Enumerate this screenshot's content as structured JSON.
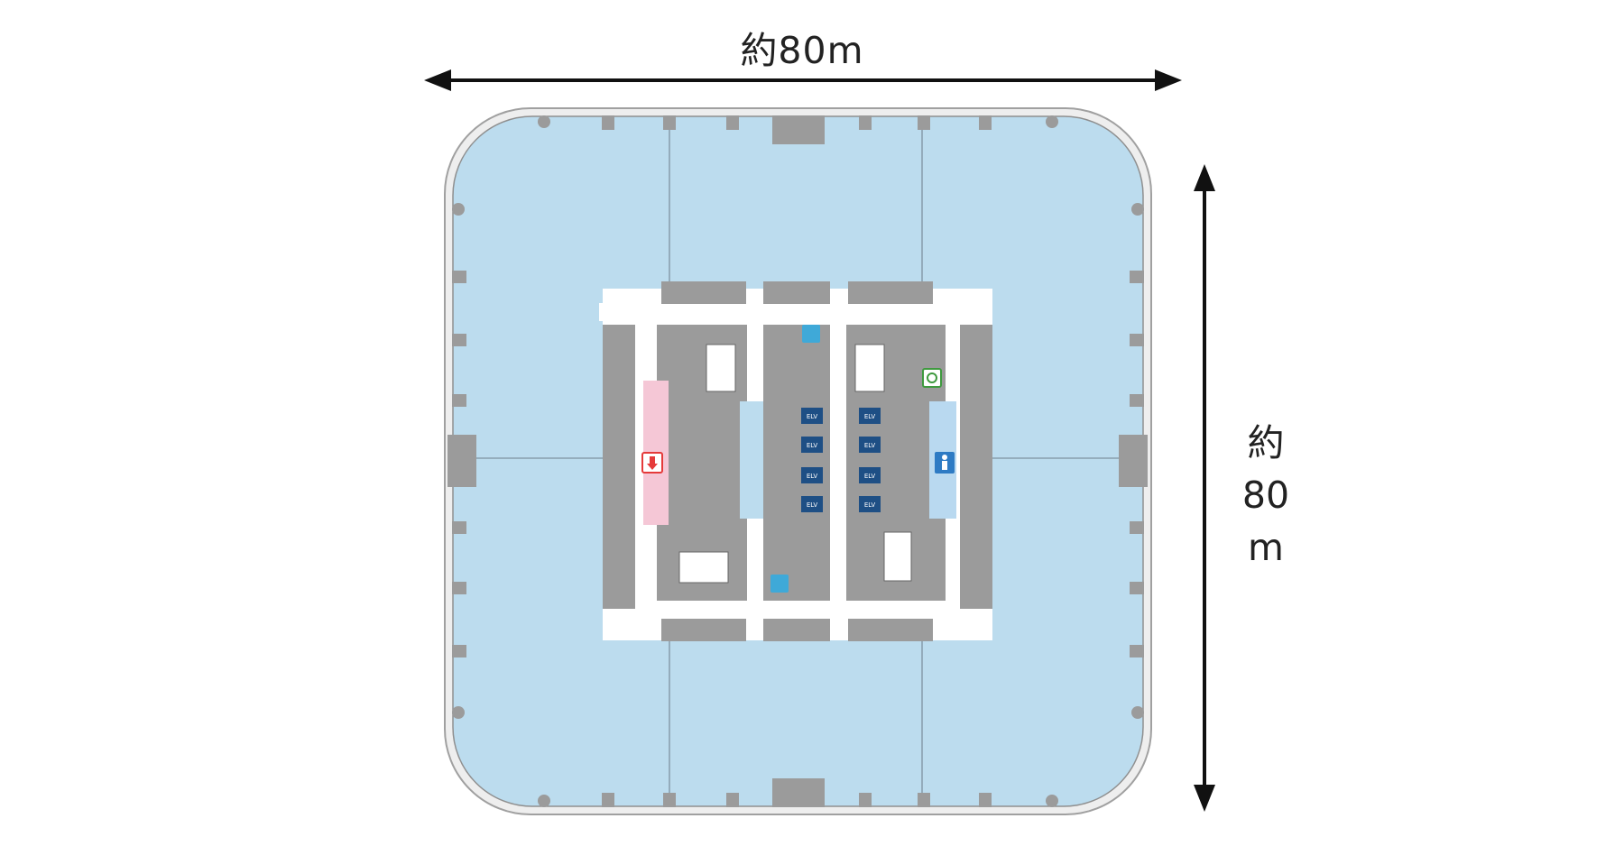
{
  "diagram": {
    "width_label": "約80m",
    "height_label_lines": [
      "約",
      "80",
      "m"
    ],
    "elevator_label": "ELV",
    "colors": {
      "floor": "#bcdcee",
      "core": "#9b9b9b",
      "corridor": "#ffffff",
      "outline": "#8f8f8f",
      "arrow": "#111111",
      "women_restroom": "#f5c7d6",
      "men_restroom": "#b9d9f0",
      "women_sign": "#e53a3a",
      "men_sign": "#2e7bc4",
      "accessible_sign": "#3f9a3f",
      "elevator": "#1e4f85",
      "water_sign": "#3fa9d8"
    },
    "icons": [
      "women-restroom-icon",
      "men-restroom-icon",
      "accessible-restroom-icon",
      "water-fountain-icon",
      "elevator-icon",
      "staircase-icon"
    ]
  }
}
